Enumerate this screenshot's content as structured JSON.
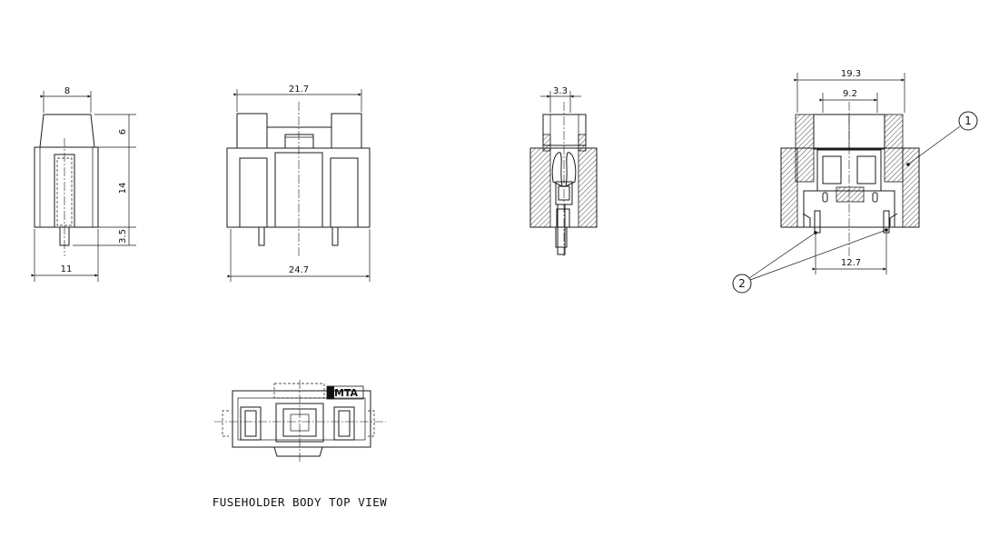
{
  "views": {
    "side_view": {
      "dim_top": "8",
      "dim_cap": "6",
      "dim_body": "14",
      "dim_pin": "3.5",
      "dim_width": "11"
    },
    "front_view": {
      "dim_top": "21.7",
      "dim_width": "24.7"
    },
    "section_view": {
      "dim_top": "3.3"
    },
    "section_right": {
      "dim_outer": "19.3",
      "dim_inner": "9.2",
      "dim_pitch": "12.7",
      "balloon_1": "1",
      "balloon_2": "2"
    },
    "top_view": {
      "logo": "MTA",
      "caption": "FUSEHOLDER BODY TOP VIEW"
    }
  }
}
